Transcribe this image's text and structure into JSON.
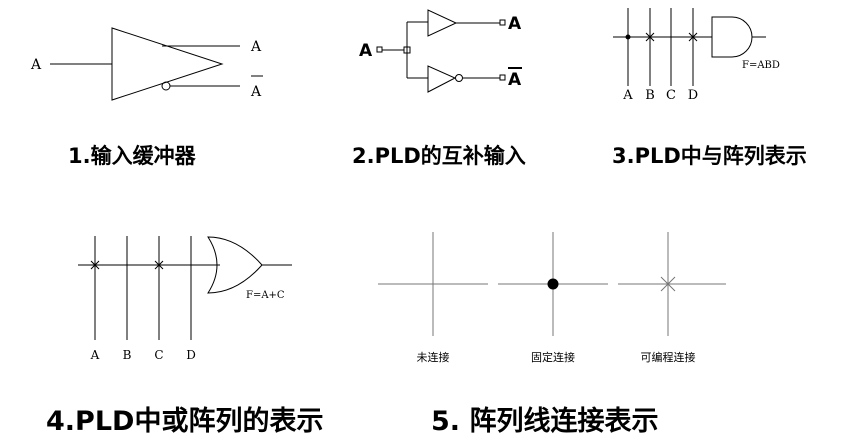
{
  "diagrams": {
    "buffer": {
      "input": "A",
      "out_true": "A",
      "out_comp": "A",
      "caption": "1.输入缓冲器"
    },
    "complement": {
      "input": "A",
      "out_true": "A",
      "out_comp": "A",
      "caption": "2.PLD的互补输入"
    },
    "and_array": {
      "inputs": [
        "A",
        "B",
        "C",
        "D"
      ],
      "output": "F=ABD",
      "caption": "3.PLD中与阵列表示"
    },
    "or_array": {
      "inputs": [
        "A",
        "B",
        "C",
        "D"
      ],
      "output": "F=A+C",
      "caption": "4.PLD中或阵列的表示"
    },
    "connections": {
      "labels": [
        "未连接",
        "固定连接",
        "可编程连接"
      ],
      "caption": "5. 阵列线连接表示"
    }
  }
}
